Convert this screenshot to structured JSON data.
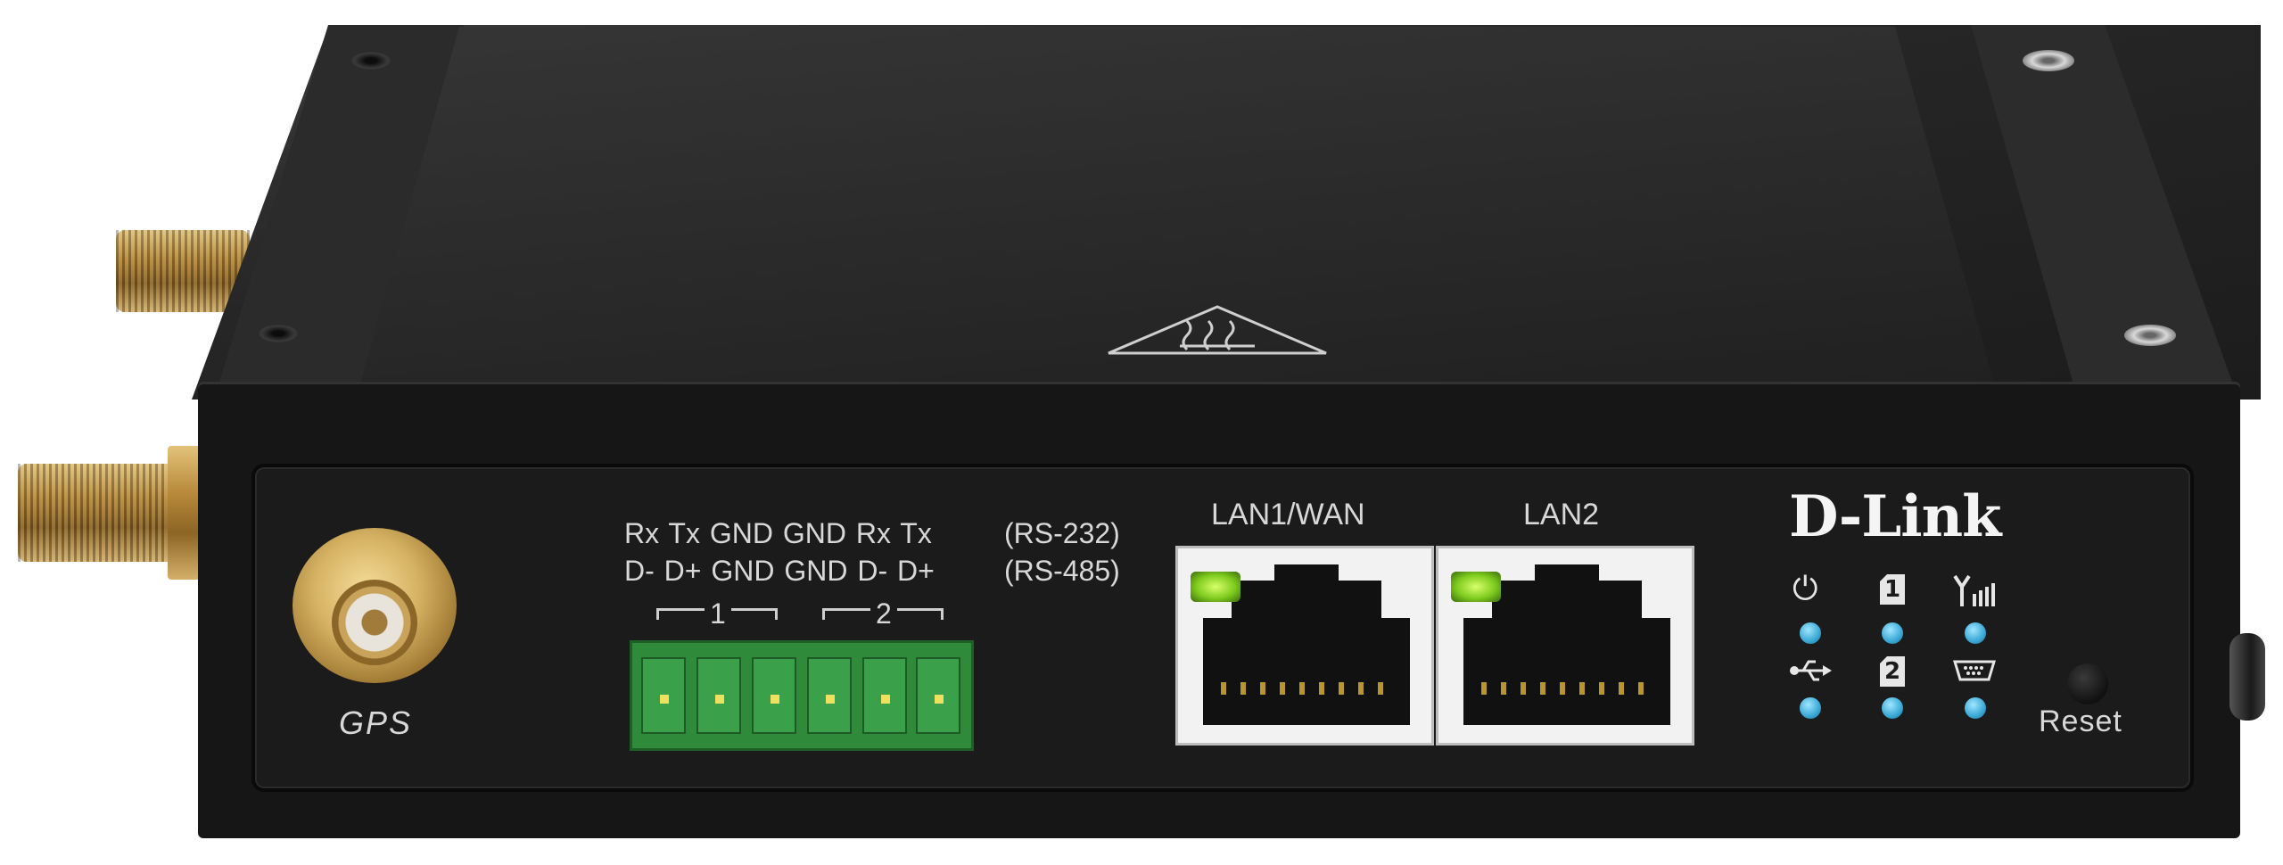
{
  "device": {
    "brand": "D-Link",
    "gps_label": "GPS",
    "serial": {
      "row_rs232": [
        "Rx",
        "Tx",
        "GND",
        "GND",
        "Rx",
        "Tx"
      ],
      "row_rs485": [
        "D-",
        "D+",
        "GND",
        "GND",
        "D-",
        "D+"
      ],
      "rs232_label": "(RS-232)",
      "rs485_label": "(RS-485)",
      "port1_label": "1",
      "port2_label": "2"
    },
    "lan1_label": "LAN1/WAN",
    "lan2_label": "LAN2",
    "reset_label": "Reset",
    "indicators": [
      {
        "icon": "power-icon",
        "glyph": "⏻"
      },
      {
        "icon": "sim1-icon",
        "glyph": "1"
      },
      {
        "icon": "signal-icon",
        "glyph": "Y"
      },
      {
        "icon": "usb-icon",
        "glyph": "⭠"
      },
      {
        "icon": "sim2-icon",
        "glyph": "2"
      },
      {
        "icon": "serial-port-icon",
        "glyph": "▭"
      }
    ],
    "colors": {
      "chassis": "#1b1b1b",
      "terminal_block": "#2f8a3a",
      "status_led": "#3aa8d6",
      "lan_led": "#7ecb1e",
      "brass": "#c9a35a"
    }
  }
}
